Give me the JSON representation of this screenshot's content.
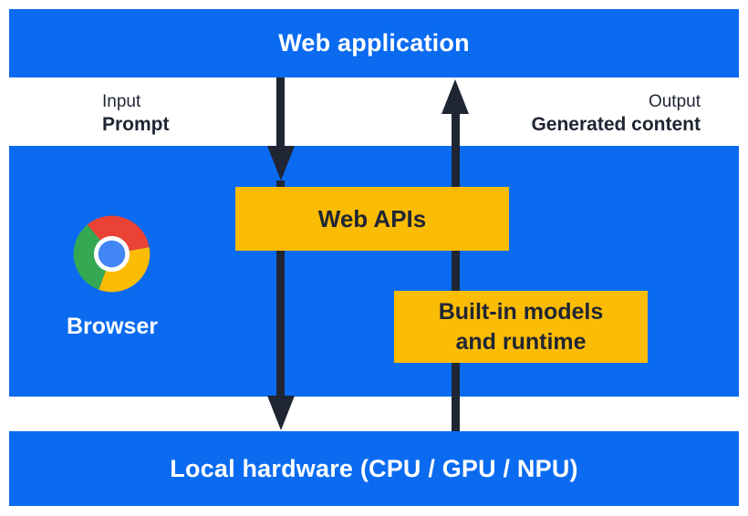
{
  "layers": {
    "web_application": "Web application",
    "local_hardware": "Local hardware (CPU / GPU / NPU)"
  },
  "io": {
    "input_caption": "Input",
    "input_label": "Prompt",
    "output_caption": "Output",
    "output_label": "Generated content"
  },
  "browser": {
    "label": "Browser",
    "logo_icon": "chrome-logo"
  },
  "boxes": {
    "web_apis": "Web APIs",
    "builtin_line1": "Built-in models",
    "builtin_line2": "and runtime"
  },
  "arrows": {
    "down_flow": "input-prompt-flow",
    "up_flow": "generated-content-flow"
  },
  "colors": {
    "layer_blue": "#0a6bf0",
    "box_yellow": "#fbbc05",
    "ink_navy": "#1f2533",
    "logo_red": "#ea4335",
    "logo_green": "#34a853",
    "logo_yellow": "#fbbc05",
    "logo_blue": "#4285f4",
    "background": "#ffffff"
  }
}
